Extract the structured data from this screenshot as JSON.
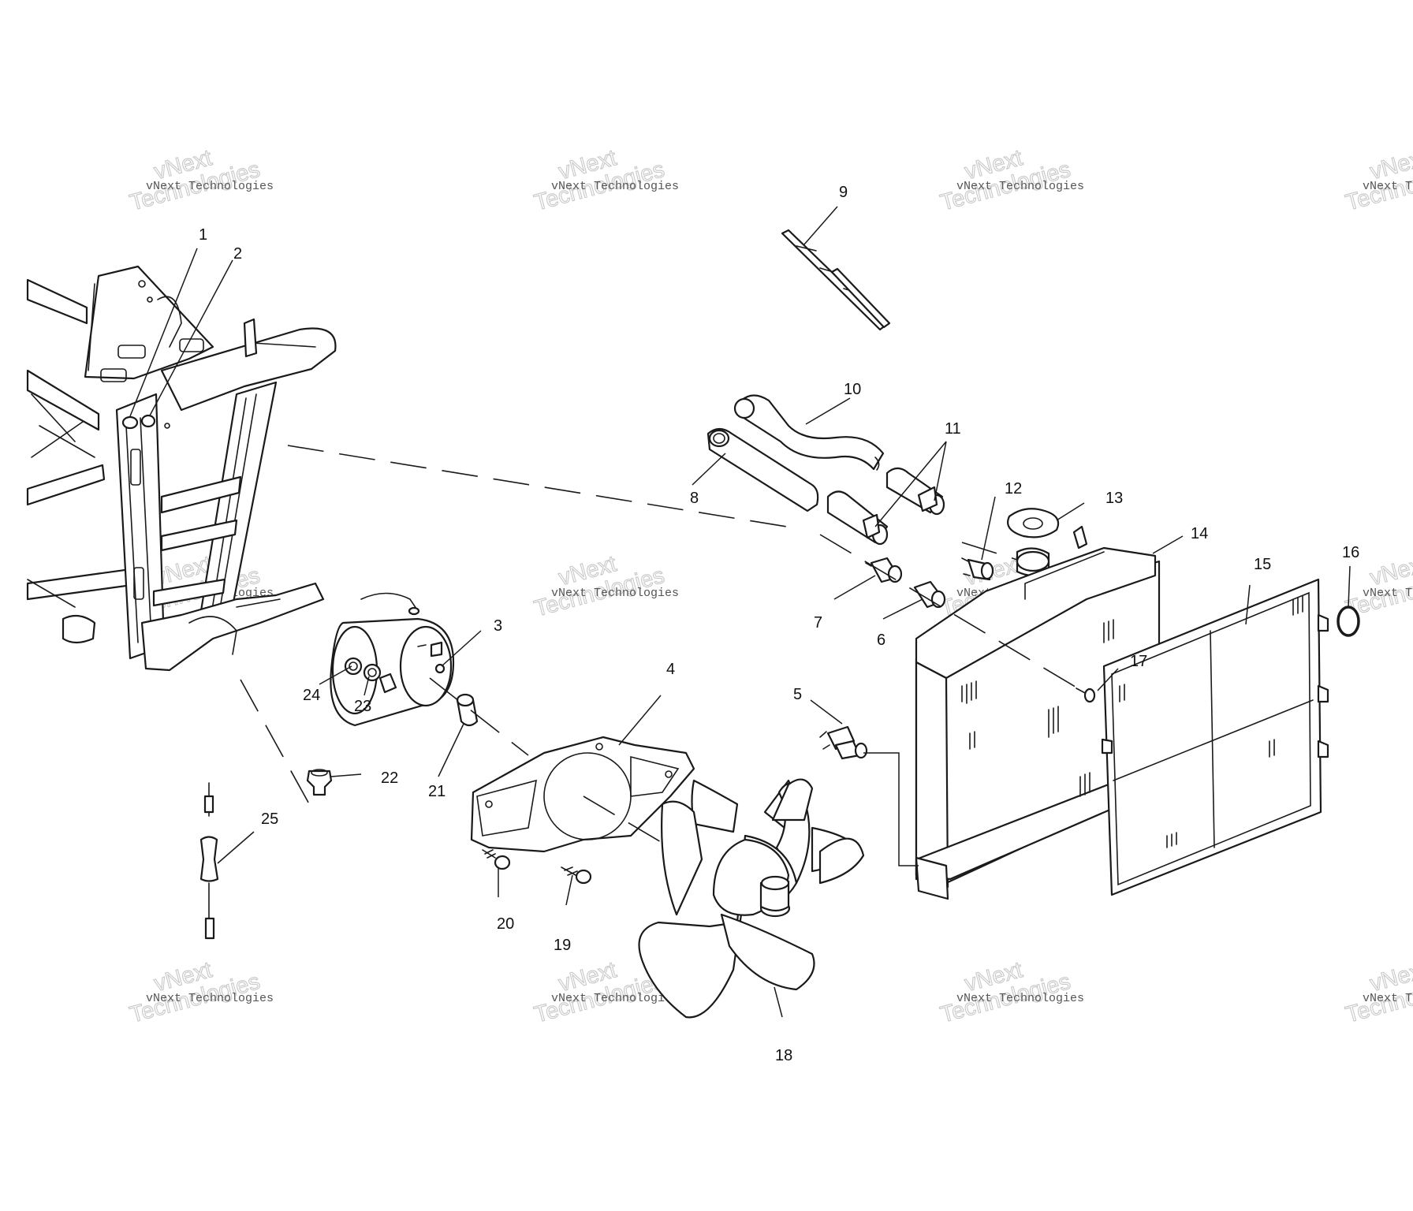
{
  "watermark": {
    "company": "vNext Technologies",
    "big_line1": "vNext",
    "big_line2": "Technologies"
  },
  "callouts": {
    "c1": "1",
    "c2": "2",
    "c3": "3",
    "c4": "4",
    "c5": "5",
    "c6": "6",
    "c7": "7",
    "c8": "8",
    "c9": "9",
    "c10": "10",
    "c11": "11",
    "c12": "12",
    "c13": "13",
    "c14": "14",
    "c15": "15",
    "c16": "16",
    "c17": "17",
    "c18": "18",
    "c19": "19",
    "c20": "20",
    "c21": "21",
    "c22": "22",
    "c23": "23",
    "c24": "24",
    "c25": "25"
  }
}
